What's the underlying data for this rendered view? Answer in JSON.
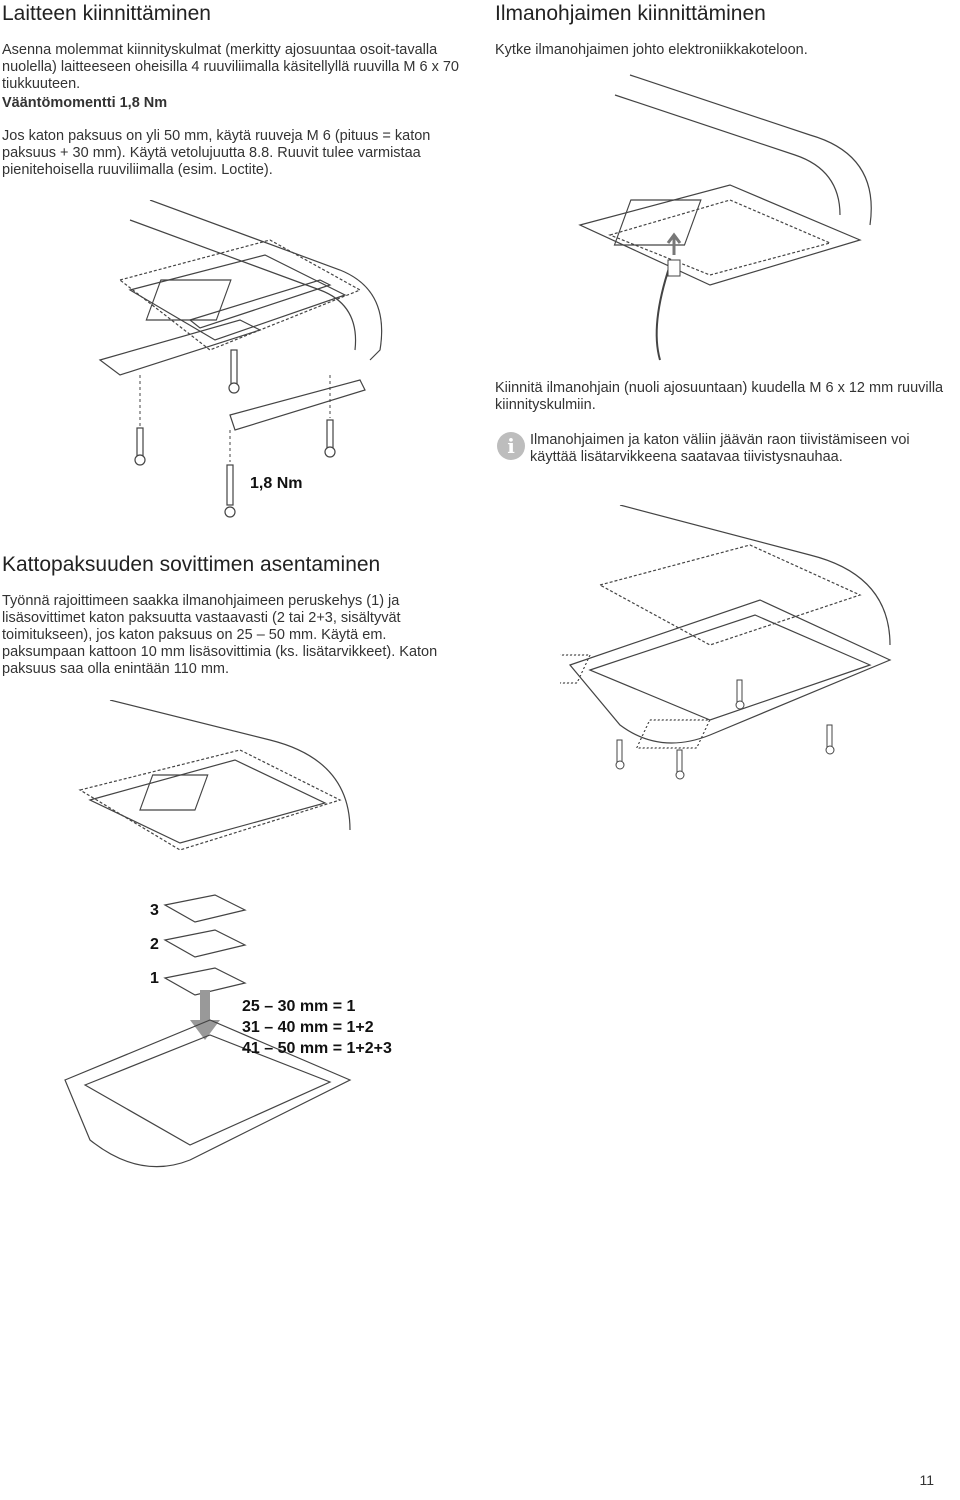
{
  "left": {
    "title": "Laitteen kiinnittäminen",
    "para1": "Asenna molemmat kiinnityskulmat (merkitty ajosuuntaa osoit-tavalla nuolella) laitteeseen oheisilla 4 ruuviliimalla käsitellyllä ruuvilla M 6 x 70 tiukkuuteen.",
    "torque": "Vääntömomentti 1,8 Nm",
    "para2": "Jos katon paksuus on yli 50 mm, käytä ruuveja M 6 (pituus = katon paksuus + 30 mm). Käytä vetolujuutta 8.8. Ruuvit tulee varmistaa pienitehoisella ruuviliimalla (esim. Loctite).",
    "torque_label": "1,8 Nm"
  },
  "right": {
    "title": "Ilmanohjaimen kiinnittäminen",
    "para1": "Kytke ilmanohjaimen johto elektroniikkakoteloon.",
    "para2": "Kiinnitä ilmanohjain (nuoli ajosuuntaan) kuudella M 6 x 12 mm ruuvilla kiinnityskulmiin.",
    "info_icon": "i",
    "info_text": "Ilmanohjaimen ja katon väliin jäävän raon tiivistämiseen voi käyttää lisätarvikkeena saatavaa tiivistysnauhaa."
  },
  "section2": {
    "title": "Kattopaksuuden sovittimen asentaminen",
    "para": "Työnnä rajoittimeen saakka ilmanohjaimeen peruskehys (1) ja lisäsovittimet katon paksuutta vastaavasti (2 tai 2+3, sisältyvät toimitukseen), jos katon paksuus on 25 – 50 mm. Käytä em. paksumpaan kattoon 10 mm lisäsovittimia (ks. lisätarvikkeet). Katon paksuus saa olla enintään 110 mm.",
    "adapter_labels": [
      "3",
      "2",
      "1"
    ],
    "table": [
      "25 – 30 mm = 1",
      "31 – 40 mm = 1+2",
      "41 – 50 mm = 1+2+3"
    ]
  },
  "page_number": "11"
}
